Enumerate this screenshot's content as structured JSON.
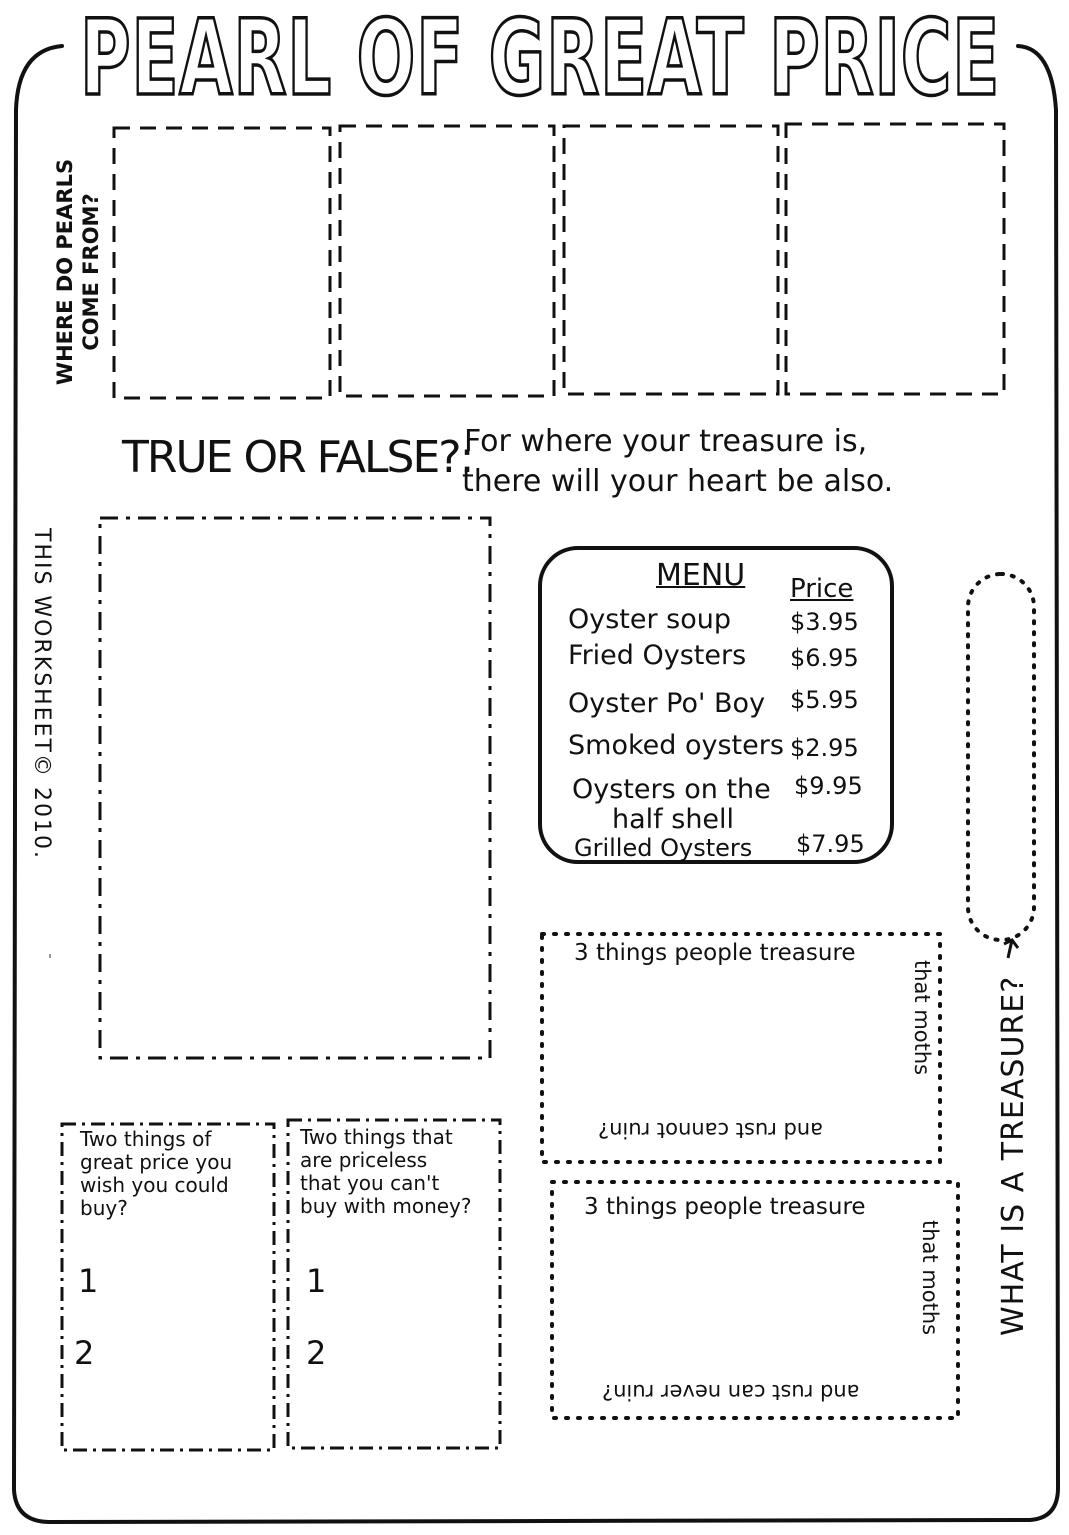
{
  "title": "PEARL OF GREAT PRICE",
  "pearls_label_line1": "WHERE DO PEARLS",
  "pearls_label_line2": "COME FROM?",
  "true_false": {
    "label": "TRUE OR FALSE?:",
    "line1": "For where your treasure is,",
    "line2": "there will your heart be also."
  },
  "copyright": "THIS WORKSHEET© 2010.",
  "menu": {
    "title": "MENU",
    "price_header": "Price",
    "items": [
      {
        "name": "Oyster soup",
        "price": "$3.95"
      },
      {
        "name": "Fried Oysters",
        "price": "$6.95"
      },
      {
        "name": "Oyster Po' Boy",
        "price": "$5.95"
      },
      {
        "name": "Smoked oysters",
        "price": "$2.95"
      },
      {
        "name": "Oysters on the",
        "name2": "half shell",
        "price": "$9.95"
      },
      {
        "name": "Grilled Oysters",
        "price": "$7.95"
      }
    ]
  },
  "what_is_treasure": "WHAT IS A TREASURE?",
  "treasure_box1": {
    "top": "3 things people treasure",
    "right": "that moths",
    "bottom": "and rust cannot ruin?"
  },
  "treasure_box2": {
    "top": "3 things people treasure",
    "right": "that moths",
    "bottom": "and rust can never ruin?"
  },
  "great_price_box": {
    "lines": [
      "Two things of",
      "great price you",
      "wish you could",
      "buy?"
    ],
    "num1": "1",
    "num2": "2"
  },
  "priceless_box": {
    "lines": [
      "Two things that",
      "are priceless",
      "that you can't",
      "buy with money?"
    ],
    "num1": "1",
    "num2": "2"
  }
}
